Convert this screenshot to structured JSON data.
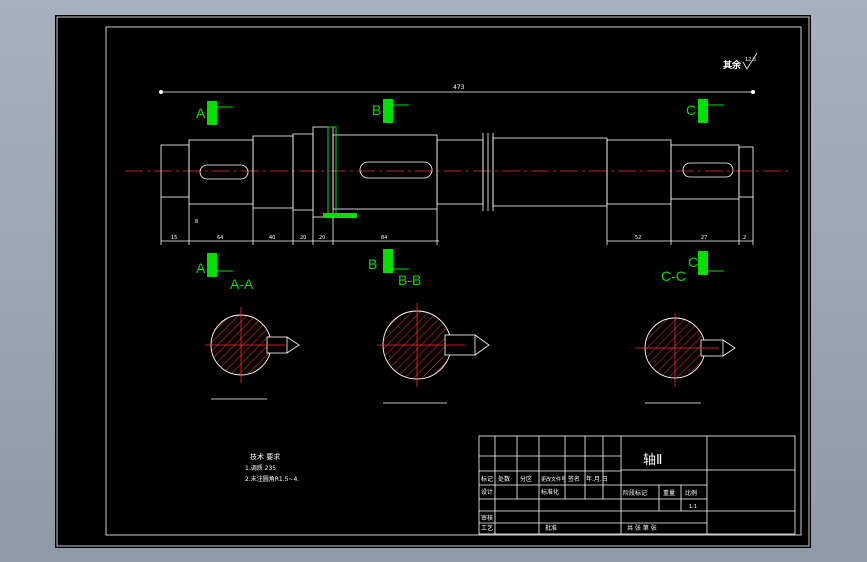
{
  "drawing": {
    "overall_length": "473",
    "roughness_note": "其余",
    "roughness_value": "12.5",
    "section_label_a": "A",
    "section_label_b": "B",
    "section_label_c": "C",
    "section_title_a": "A-A",
    "section_title_b": "B-B",
    "section_title_c": "C-C",
    "dims_bottom": [
      "15",
      "8",
      "64",
      "40",
      "20",
      "20",
      "84",
      "52",
      "27",
      "2"
    ],
    "tech_requirements": {
      "title": "技术 要求",
      "line1": "1.调质 235",
      "line2": "2.未注圆角R1.5~4."
    }
  },
  "title_block": {
    "part_name": "轴Ⅱ",
    "row_headers": [
      "标记",
      "处数",
      "分区",
      "更改文件号",
      "签名",
      "年.月.日"
    ],
    "designer": "设计",
    "standardization": "标准化",
    "stage_mark": "阶段标记",
    "weight": "重量",
    "scale": "比例",
    "scale_value": "1:1",
    "review": "审核",
    "process": "工艺",
    "approve": "批准",
    "sheets": "共 张 第 张"
  },
  "colors": {
    "background": "#000000",
    "outline": "#ffffff",
    "highlight": "#00e000",
    "centerline": "#ff2a2a",
    "hatch": "#b030b0"
  }
}
